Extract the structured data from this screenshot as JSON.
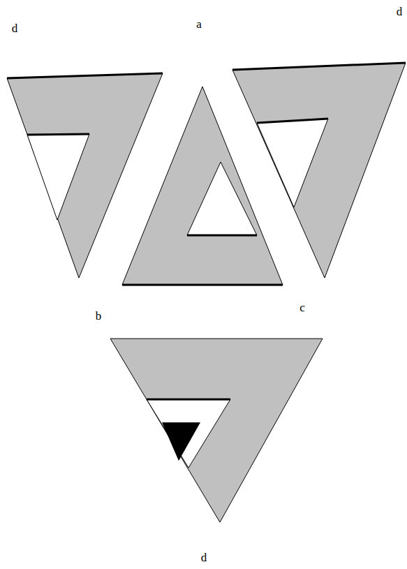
{
  "diagram": {
    "labels": [
      "d",
      "a",
      "d",
      "b",
      "c",
      "d"
    ]
  }
}
